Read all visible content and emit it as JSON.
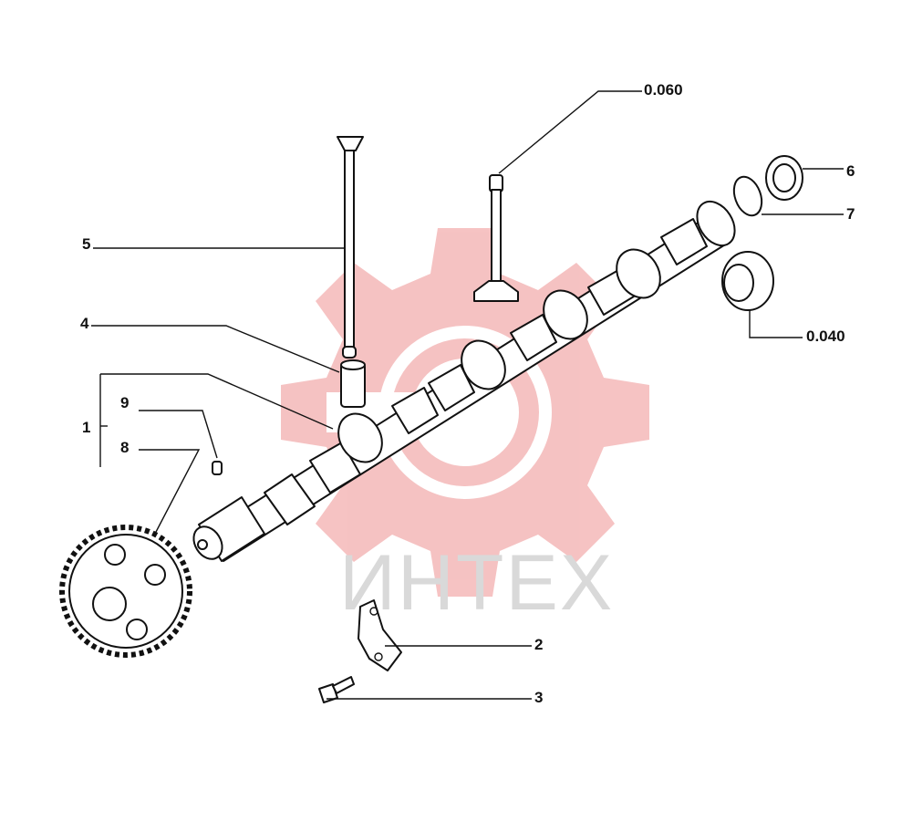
{
  "watermark": {
    "text": "ИНТЕХ",
    "gear_color": "#f4b8b8",
    "text_color": "#d9d9d9"
  },
  "callouts": {
    "c1": "1",
    "c2": "2",
    "c3": "3",
    "c4": "4",
    "c5": "5",
    "c6": "6",
    "c7": "7",
    "c8": "8",
    "c9": "9",
    "c_0060": "0.060",
    "c_0040": "0.040"
  }
}
